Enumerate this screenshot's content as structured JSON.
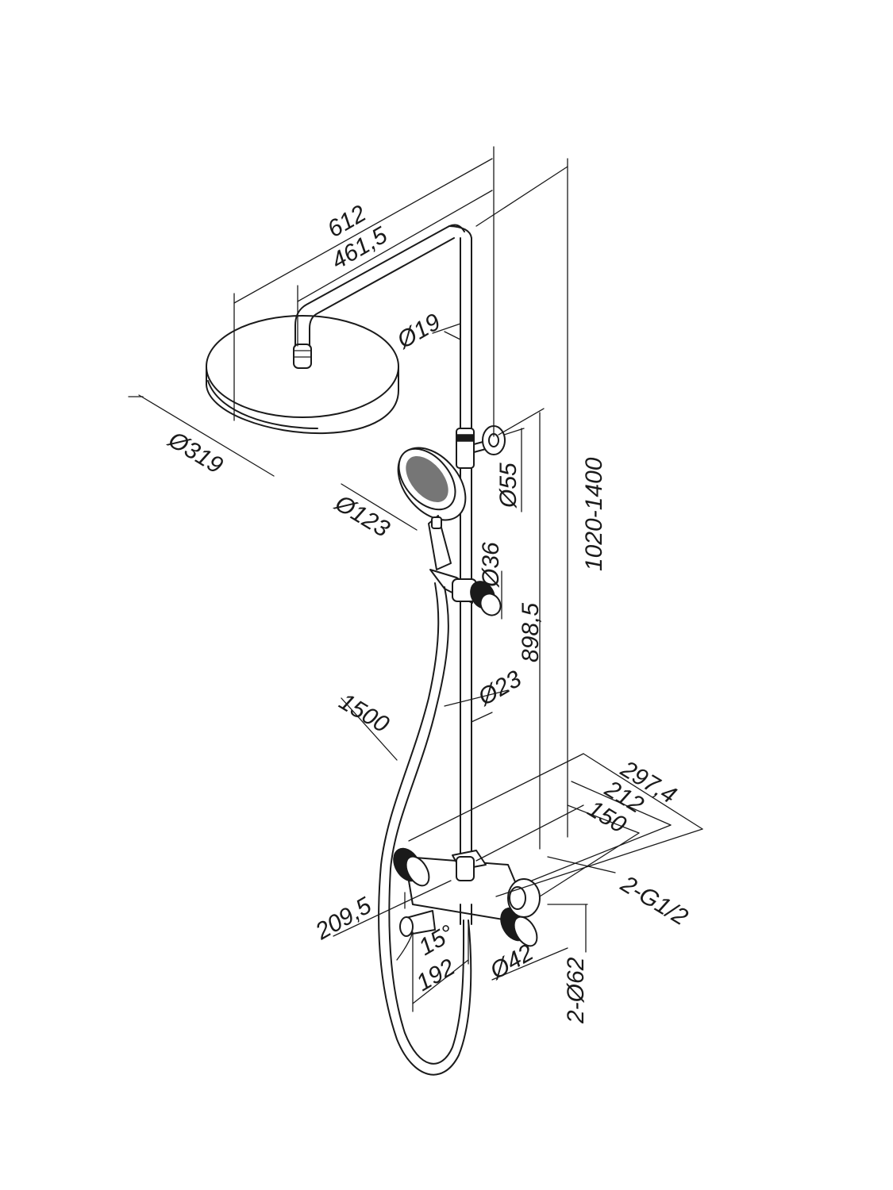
{
  "dimensions": {
    "overall_reach": "612",
    "arm_reach": "461,5",
    "arm_diameter": "Ø19",
    "rain_head_diameter": "Ø319",
    "hand_shower_diameter": "Ø123",
    "wall_bracket_diameter": "Ø55",
    "slider_diameter": "Ø36",
    "pipe_diameter": "Ø23",
    "column_height": "1020-1400",
    "hand_shower_height": "898,5",
    "hose_length": "1500",
    "mixer_width": "297,4",
    "mixer_width_2": "212",
    "inlet_centers": "150",
    "inlets": "2-G1/2",
    "spout_length": "209,5",
    "spout_angle": "15°",
    "mixer_offset": "192",
    "handle_diameter": "Ø42",
    "escutcheon_diameter": "2-Ø62"
  }
}
